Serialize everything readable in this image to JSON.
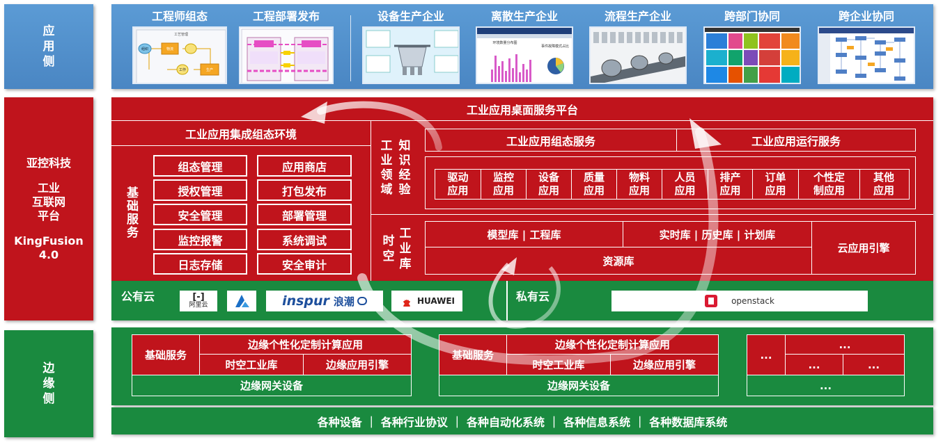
{
  "left_labels": {
    "app_side": [
      "应",
      "用",
      "侧"
    ],
    "platform": {
      "company": "亚控科技",
      "line1": "工业",
      "line2": "互联网",
      "line3": "平台",
      "product": "KingFusion",
      "version": "4.0"
    },
    "edge_side": [
      "边",
      "缘",
      "侧"
    ]
  },
  "app_row": {
    "titles": [
      "工程师组态",
      "工程部署发布",
      "设备生产企业",
      "离散生产企业",
      "流程生产企业",
      "跨部门协同",
      "跨企业协同"
    ],
    "thumb1_nodes": [
      "工艺管理",
      "组织",
      "物流",
      "工作",
      "生产"
    ],
    "thumb1_header": "工艺管理",
    "thumb4_labels": [
      "环境数量分布图",
      "事件故障模式占比"
    ],
    "colors": {
      "band": "#5b9bd5",
      "platform": "#c0141c",
      "cloud": "#1a8a3f"
    }
  },
  "platform": {
    "top_title": "工业应用桌面服务平台",
    "integration_env": "工业应用集成组态环境",
    "basic_services_vertical": [
      "基",
      "础",
      "服",
      "务"
    ],
    "basic_services": [
      "组态管理",
      "应用商店",
      "授权管理",
      "打包发布",
      "安全管理",
      "部署管理",
      "监控报警",
      "系统调试",
      "日志存储",
      "安全审计"
    ],
    "knowledge_col1": [
      "工",
      "业",
      "领",
      "域"
    ],
    "knowledge_col2": [
      "知",
      "识",
      "经",
      "验"
    ],
    "config_service": "工业应用组态服务",
    "runtime_service": "工业应用运行服务",
    "apps": [
      {
        "l1": "驱动",
        "l2": "应用"
      },
      {
        "l1": "监控",
        "l2": "应用"
      },
      {
        "l1": "设备",
        "l2": "应用"
      },
      {
        "l1": "质量",
        "l2": "应用"
      },
      {
        "l1": "物料",
        "l2": "应用"
      },
      {
        "l1": "人员",
        "l2": "应用"
      },
      {
        "l1": "排产",
        "l2": "应用"
      },
      {
        "l1": "订单",
        "l2": "应用"
      },
      {
        "l1": "个性定",
        "l2": "制应用"
      },
      {
        "l1": "其他",
        "l2": "应用"
      }
    ],
    "spacetime_col1": [
      "时",
      "空"
    ],
    "spacetime_col2": [
      "工",
      "业",
      "库"
    ],
    "model_lib": "模型库 | 工程库",
    "realtime_lib": "实时库 | 历史库 | 计划库",
    "resource_lib": "资源库",
    "cloud_engine": "云应用引擎"
  },
  "cloud": {
    "public_label": "公有云",
    "private_label": "私有云",
    "logos": {
      "aliyun": "阿里云",
      "inspur_en": "inspur",
      "inspur_cn": "浪潮",
      "huawei": "HUAWEI",
      "openstack": "openstack"
    }
  },
  "edge": {
    "group1": {
      "basic": "基础服务",
      "custom": "边缘个性化定制计算应用",
      "st_lib": "时空工业库",
      "engine": "边缘应用引擎",
      "gateway": "边缘网关设备"
    },
    "group2": {
      "basic": "基础服务",
      "custom": "边缘个性化定制计算应用",
      "st_lib": "时空工业库",
      "engine": "边缘应用引擎",
      "gateway": "边缘网关设备"
    },
    "group3": {
      "top": "...",
      "left": "...",
      "r1": "...",
      "r2": "...",
      "bottom": "..."
    },
    "bottom_bar": "各种设备 ｜ 各种行业协议 ｜ 各种自动化系统 ｜ 各种信息系统 ｜ 各种数据库系统"
  }
}
